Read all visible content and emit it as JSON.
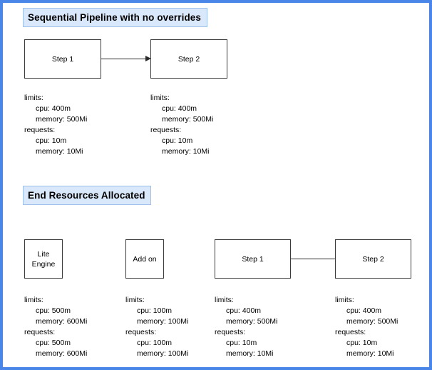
{
  "frame": {
    "border_color": "#4a86e8",
    "background": "#ffffff"
  },
  "palette": {
    "badge_fill": "#dae8fc",
    "badge_border": "#9fc0e8",
    "node_border": "#3a3a3a",
    "arrow_color": "#2b2b2b",
    "text_color": "#000000"
  },
  "sections": [
    {
      "id": "sequential-pipeline",
      "title": "Sequential Pipeline with no overrides",
      "nodes": [
        {
          "id": "step-1",
          "label": "Step 1"
        },
        {
          "id": "step-2",
          "label": "Step 2"
        }
      ],
      "arrows": [
        {
          "from": "step-1",
          "to": "step-2"
        }
      ],
      "specs": [
        {
          "for": "step-1",
          "limits_label": "limits:",
          "limits": {
            "cpu": "cpu: 400m",
            "memory": "memory: 500Mi"
          },
          "requests_label": "requests:",
          "requests": {
            "cpu": "cpu: 10m",
            "memory": "memory: 10Mi"
          }
        },
        {
          "for": "step-2",
          "limits_label": "limits:",
          "limits": {
            "cpu": "cpu: 400m",
            "memory": "memory: 500Mi"
          },
          "requests_label": "requests:",
          "requests": {
            "cpu": "cpu: 10m",
            "memory": "memory: 10Mi"
          }
        }
      ]
    },
    {
      "id": "end-resources-allocated",
      "title": "End Resources Allocated",
      "nodes": [
        {
          "id": "lite-engine",
          "label": "Lite\nEngine"
        },
        {
          "id": "add-on",
          "label": "Add on"
        },
        {
          "id": "step-1",
          "label": "Step 1"
        },
        {
          "id": "step-2",
          "label": "Step 2"
        }
      ],
      "arrows": [
        {
          "from": "step-1",
          "to": "step-2"
        }
      ],
      "specs": [
        {
          "for": "lite-engine",
          "limits_label": "limits:",
          "limits": {
            "cpu": "cpu: 500m",
            "memory": "memory: 600Mi"
          },
          "requests_label": "requests:",
          "requests": {
            "cpu": "cpu: 500m",
            "memory": "memory: 600Mi"
          }
        },
        {
          "for": "add-on",
          "limits_label": "limits:",
          "limits": {
            "cpu": "cpu: 100m",
            "memory": "memory: 100Mi"
          },
          "requests_label": "requests:",
          "requests": {
            "cpu": "cpu: 100m",
            "memory": "memory: 100Mi"
          }
        },
        {
          "for": "step-1",
          "limits_label": "limits:",
          "limits": {
            "cpu": "cpu: 400m",
            "memory": "memory: 500Mi"
          },
          "requests_label": "requests:",
          "requests": {
            "cpu": "cpu: 10m",
            "memory": "memory: 10Mi"
          }
        },
        {
          "for": "step-2",
          "limits_label": "limits:",
          "limits": {
            "cpu": "cpu: 400m",
            "memory": "memory: 500Mi"
          },
          "requests_label": "requests:",
          "requests": {
            "cpu": "cpu: 10m",
            "memory": "memory: 10Mi"
          }
        }
      ]
    }
  ]
}
